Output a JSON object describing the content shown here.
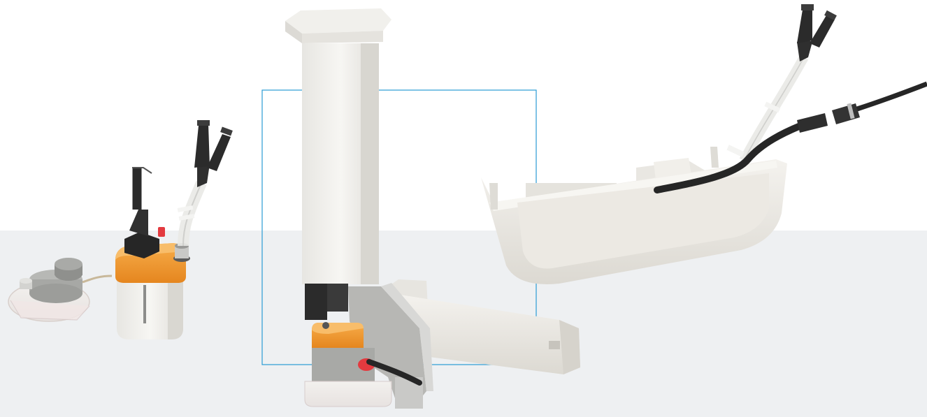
{
  "scene": {
    "background_color": "#ffffff",
    "floor_color": "#eef0f2",
    "frame_color": "#2a9bd4"
  },
  "products": [
    {
      "id": "mini-pump",
      "icon": "condensate-pump-with-hoses"
    },
    {
      "id": "reservoir-float",
      "icon": "float-sensor-unit"
    },
    {
      "id": "trunking-pump",
      "icon": "mini-trunking-pump"
    },
    {
      "id": "tray-pump",
      "icon": "drain-tray-pump"
    }
  ],
  "colors": {
    "orange": "#f39a2e",
    "white_plastic": "#f2f1ee",
    "grey": "#a9aaa7",
    "black": "#2b2b2b",
    "red": "#e33a3f"
  }
}
